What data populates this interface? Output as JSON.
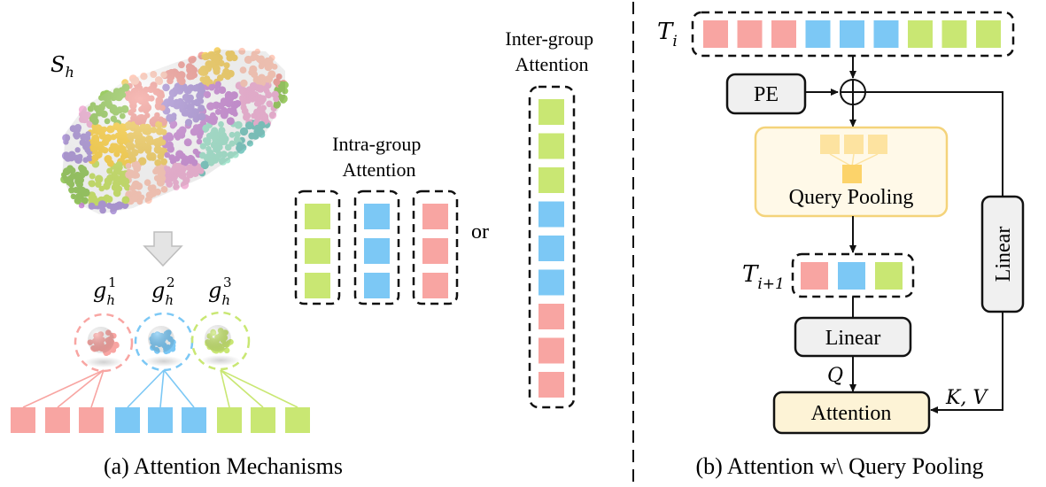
{
  "colors": {
    "pink": "#f8a5a2",
    "blue": "#7cc8f5",
    "green": "#c9e773",
    "pool_fill": "#fff9e8",
    "pool_stroke": "#f4d37a",
    "pool_token_light": "#fde3a0",
    "pool_token_dark": "#fcd36a",
    "attention_fill": "#fdf3d6",
    "box_fill": "#f0f0f0",
    "line": "#111111"
  },
  "panel_a": {
    "caption": "(a) Attention Mechanisms",
    "shape_label": {
      "base": "S",
      "sub": "h"
    },
    "groups": [
      {
        "base": "g",
        "sub": "h",
        "sup": "1",
        "color": "pink"
      },
      {
        "base": "g",
        "sub": "h",
        "sup": "2",
        "color": "blue"
      },
      {
        "base": "g",
        "sub": "h",
        "sup": "3",
        "color": "green"
      }
    ],
    "token_row": [
      "pink",
      "pink",
      "pink",
      "blue",
      "blue",
      "blue",
      "green",
      "green",
      "green"
    ],
    "intra_label": [
      "Intra-group",
      "Attention"
    ],
    "intra_columns": [
      [
        "green",
        "green",
        "green"
      ],
      [
        "blue",
        "blue",
        "blue"
      ],
      [
        "pink",
        "pink",
        "pink"
      ]
    ],
    "or_label": "or",
    "inter_label": [
      "Inter-group",
      "Attention"
    ],
    "inter_column": [
      "green",
      "green",
      "green",
      "blue",
      "blue",
      "blue",
      "pink",
      "pink",
      "pink"
    ]
  },
  "panel_b": {
    "caption": "(b) Attention w\\ Query Pooling",
    "ti": {
      "base": "T",
      "sub": "i"
    },
    "ti_tokens": [
      "pink",
      "pink",
      "pink",
      "blue",
      "blue",
      "blue",
      "green",
      "green",
      "green"
    ],
    "pe_label": "PE",
    "query_pooling_label": "Query Pooling",
    "ti1": {
      "base": "T",
      "sub": "i+1"
    },
    "ti1_tokens": [
      "pink",
      "blue",
      "green"
    ],
    "linear_label": "Linear",
    "side_linear_label": "Linear",
    "q_label": "Q",
    "kv_label": "K, V",
    "attention_label": "Attention"
  }
}
